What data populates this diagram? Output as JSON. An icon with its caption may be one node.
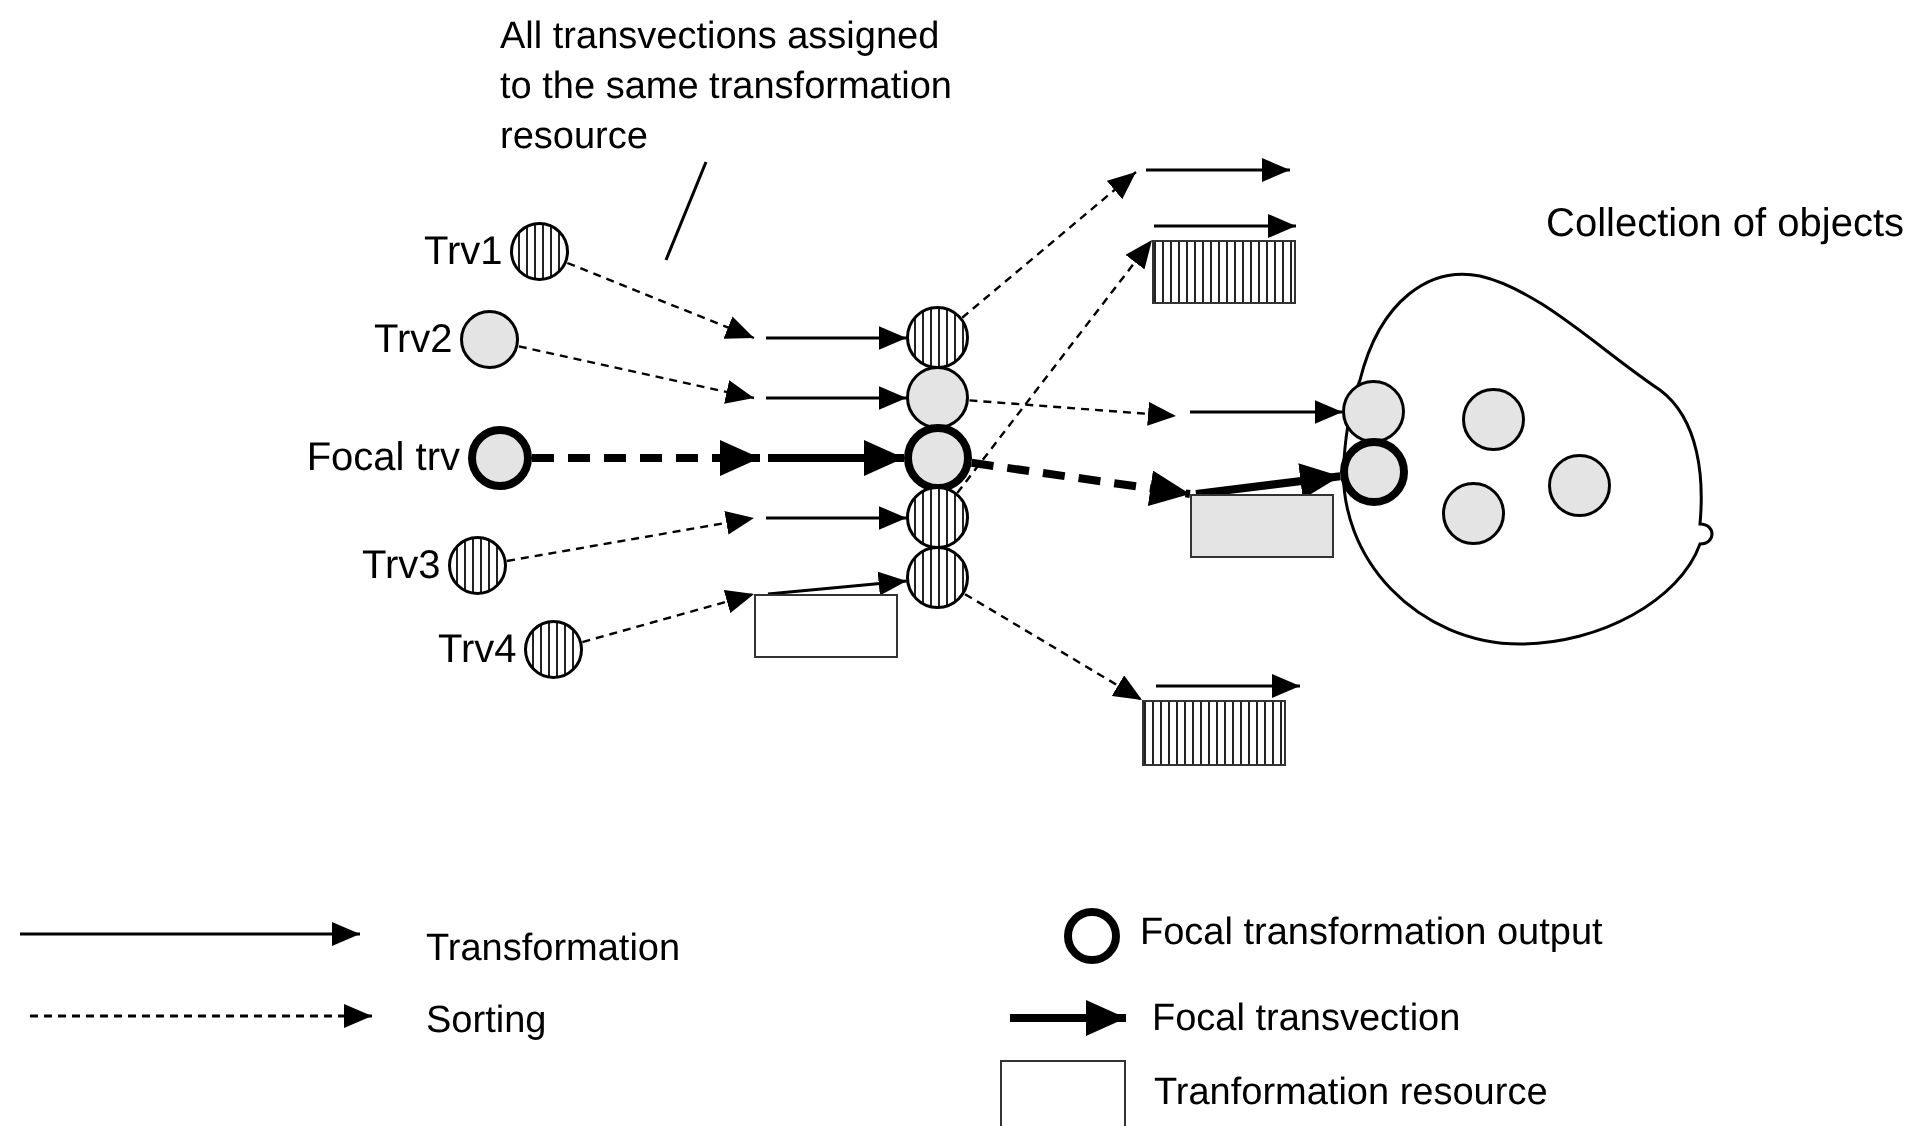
{
  "diagram": {
    "nodes": [
      {
        "text": [
          "All transvections assigned to the same transformation resource"
        ]
      },
      {
        "text": [
          "Trv1"
        ]
      },
      {
        "text": [
          "Trv2"
        ]
      },
      {
        "text": [
          "Focal trv"
        ]
      },
      {
        "text": [
          "Trv3"
        ]
      },
      {
        "text": [
          "Trv4"
        ]
      },
      {
        "text": [],
        "shape": "circle"
      },
      {
        "text": [],
        "shape": "circle"
      },
      {
        "text": [],
        "shape": "circle"
      },
      {
        "text": [],
        "shape": "circle"
      },
      {
        "text": [],
        "shape": "circle"
      },
      {
        "text": [],
        "shape": "box"
      },
      {
        "text": [],
        "shape": "box"
      },
      {
        "text": [],
        "shape": "box"
      },
      {
        "text": [],
        "shape": "box"
      },
      {
        "text": [
          "Collection of objects"
        ]
      },
      {
        "text": [],
        "shape": "circle",
        "in": 15
      },
      {
        "text": [],
        "shape": "circle",
        "in": 15
      },
      {
        "text": [],
        "shape": "circle",
        "in": 15
      },
      {
        "text": [],
        "shape": "circle",
        "in": 15
      },
      {
        "text": [],
        "shape": "circle",
        "in": 15
      }
    ],
    "edges": [
      {
        "from": 0,
        "to": null,
        "arrow": "none"
      },
      {
        "from": 1,
        "to": null,
        "arrow": "to",
        "style": "dashed"
      },
      {
        "from": 2,
        "to": null,
        "arrow": "to",
        "style": "dashed"
      },
      {
        "from": 3,
        "to": null,
        "arrow": "to",
        "style": "dashed"
      },
      {
        "from": 4,
        "to": null,
        "arrow": "to",
        "style": "dashed"
      },
      {
        "from": 5,
        "to": 11,
        "arrow": "to",
        "style": "dashed"
      },
      {
        "from": null,
        "to": 6,
        "arrow": "to"
      },
      {
        "from": null,
        "to": 7,
        "arrow": "to"
      },
      {
        "from": null,
        "to": 8,
        "arrow": "to",
        "style": "thick"
      },
      {
        "from": null,
        "to": 9,
        "arrow": "to"
      },
      {
        "from": 11,
        "to": 10,
        "arrow": "to"
      },
      {
        "from": 6,
        "to": null,
        "arrow": "to",
        "style": "dashed"
      },
      {
        "from": 9,
        "to": 12,
        "arrow": "to",
        "style": "dashed"
      },
      {
        "from": 7,
        "to": null,
        "arrow": "to",
        "style": "dashed"
      },
      {
        "from": 8,
        "to": 13,
        "arrow": "to",
        "style": "dashed"
      },
      {
        "from": 10,
        "to": 14,
        "arrow": "to",
        "style": "dashed"
      },
      {
        "from": null,
        "to": 16,
        "arrow": "to"
      },
      {
        "from": 13,
        "to": 17,
        "arrow": "to",
        "style": "thick"
      }
    ],
    "legend": [
      {
        "text": "Transformation"
      },
      {
        "text": "Sorting"
      },
      {
        "text": "Focal transformation output"
      },
      {
        "text": "Focal transvection"
      },
      {
        "text": "Tranformation resource"
      }
    ]
  }
}
